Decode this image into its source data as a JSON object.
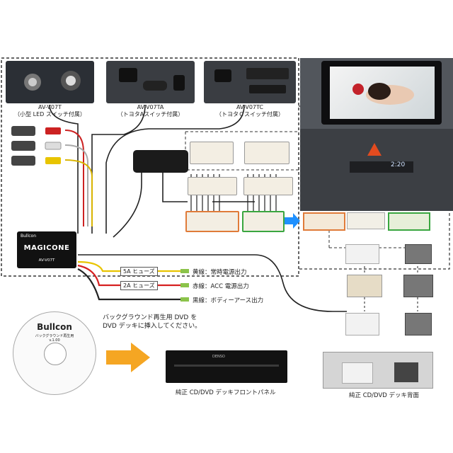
{
  "models": [
    {
      "code": "AV-V07T",
      "desc": "（小型 LED スイッチ付属）"
    },
    {
      "code": "AV-V07TA",
      "desc": "（トヨタAスイッチ付属）"
    },
    {
      "code": "AV-V07TC",
      "desc": "（トヨタＣスイッチ付属）"
    }
  ],
  "unit": {
    "brand": "Bullcon",
    "name": "MAGICONE",
    "model": "AV-V07T"
  },
  "wires": [
    {
      "fuse": "5A ヒューズ",
      "label": "黄線：常時電源出力",
      "color": "#e8c400"
    },
    {
      "fuse": "2A ヒューズ",
      "label": "赤線：ACC 電源出力",
      "color": "#d62020"
    },
    {
      "fuse": "",
      "label": "黒線：ボディーアース出力",
      "color": "#222222"
    }
  ],
  "dvd_note": [
    "バックグラウンド再生用 DVD を",
    "DVD デッキに挿入してください。"
  ],
  "disc": {
    "brand": "Bullcon",
    "caption": "バックグラウンド再生用",
    "version": "v.1.00"
  },
  "deck_front": {
    "caption": "純正 CD/DVD デッキフロントパネル",
    "logo": "DENSO"
  },
  "deck_back": {
    "caption": "純正 CD/DVD デッキ背面"
  },
  "screen_clock": "2:20",
  "colors": {
    "arrow": "#f5a623",
    "blue_arrow": "#1e90ff",
    "orange_frame": "#e07b39",
    "green_frame": "#3aa640"
  }
}
